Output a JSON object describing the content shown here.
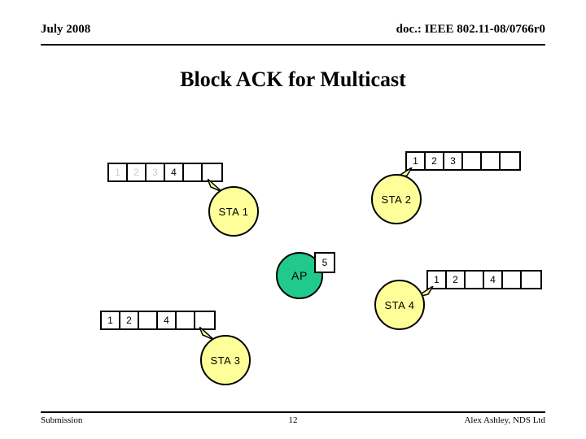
{
  "header": {
    "left": "July 2008",
    "right": "doc.: IEEE 802.11-08/0766r0"
  },
  "title": "Block ACK for Multicast",
  "footer": {
    "left": "Submission",
    "page": "12",
    "right": "Alex Ashley, NDS Ltd"
  },
  "colors": {
    "station_fill": "#ffff99",
    "ap_fill": "#22c98d",
    "outline": "#000000",
    "dim_text": "#cccccc",
    "background": "#ffffff"
  },
  "diagram": {
    "type": "network-topology",
    "nodes": [
      {
        "id": "sta1",
        "label": "STA 1",
        "kind": "station",
        "fill": "#ffff99"
      },
      {
        "id": "sta2",
        "label": "STA 2",
        "kind": "station",
        "fill": "#ffff99"
      },
      {
        "id": "sta3",
        "label": "STA 3",
        "kind": "station",
        "fill": "#ffff99"
      },
      {
        "id": "sta4",
        "label": "STA 4",
        "kind": "station",
        "fill": "#ffff99"
      },
      {
        "id": "ap",
        "label": "AP",
        "kind": "access-point",
        "fill": "#22c98d"
      }
    ],
    "bitmaps": [
      {
        "id": "sta1-bitmap",
        "owner": "STA 1",
        "cells": [
          {
            "text": "1",
            "state": "dim"
          },
          {
            "text": "2",
            "state": "dim"
          },
          {
            "text": "3",
            "state": "dim"
          },
          {
            "text": "4",
            "state": "normal"
          },
          {
            "text": "",
            "state": "empty"
          },
          {
            "text": "",
            "state": "empty"
          }
        ]
      },
      {
        "id": "sta2-bitmap",
        "owner": "STA 2",
        "cells": [
          {
            "text": "1",
            "state": "normal"
          },
          {
            "text": "2",
            "state": "normal"
          },
          {
            "text": "3",
            "state": "normal"
          },
          {
            "text": "",
            "state": "empty"
          },
          {
            "text": "",
            "state": "empty"
          },
          {
            "text": "",
            "state": "empty"
          }
        ]
      },
      {
        "id": "sta3-bitmap",
        "owner": "STA 3",
        "cells": [
          {
            "text": "1",
            "state": "normal"
          },
          {
            "text": "2",
            "state": "normal"
          },
          {
            "text": "",
            "state": "empty"
          },
          {
            "text": "4",
            "state": "normal"
          },
          {
            "text": "",
            "state": "empty"
          },
          {
            "text": "",
            "state": "empty"
          }
        ]
      },
      {
        "id": "sta4-bitmap",
        "owner": "STA 4",
        "cells": [
          {
            "text": "1",
            "state": "normal"
          },
          {
            "text": "2",
            "state": "normal"
          },
          {
            "text": "",
            "state": "empty"
          },
          {
            "text": "4",
            "state": "normal"
          },
          {
            "text": "",
            "state": "empty"
          },
          {
            "text": "",
            "state": "empty"
          }
        ]
      }
    ],
    "ap_box": {
      "id": "ap-box",
      "owner": "AP",
      "text": "5"
    }
  }
}
